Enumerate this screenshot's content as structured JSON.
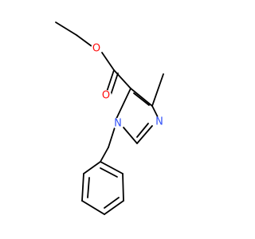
{
  "colors": {
    "bond": "#000000",
    "oxygen": "#ff0d0d",
    "nitrogen": "#3050f8",
    "background": "#ffffff"
  },
  "atoms": {
    "o_ester": "O",
    "o_carbonyl": "O",
    "n_ring_imine": "N",
    "n_ring_benzyl": "N"
  }
}
